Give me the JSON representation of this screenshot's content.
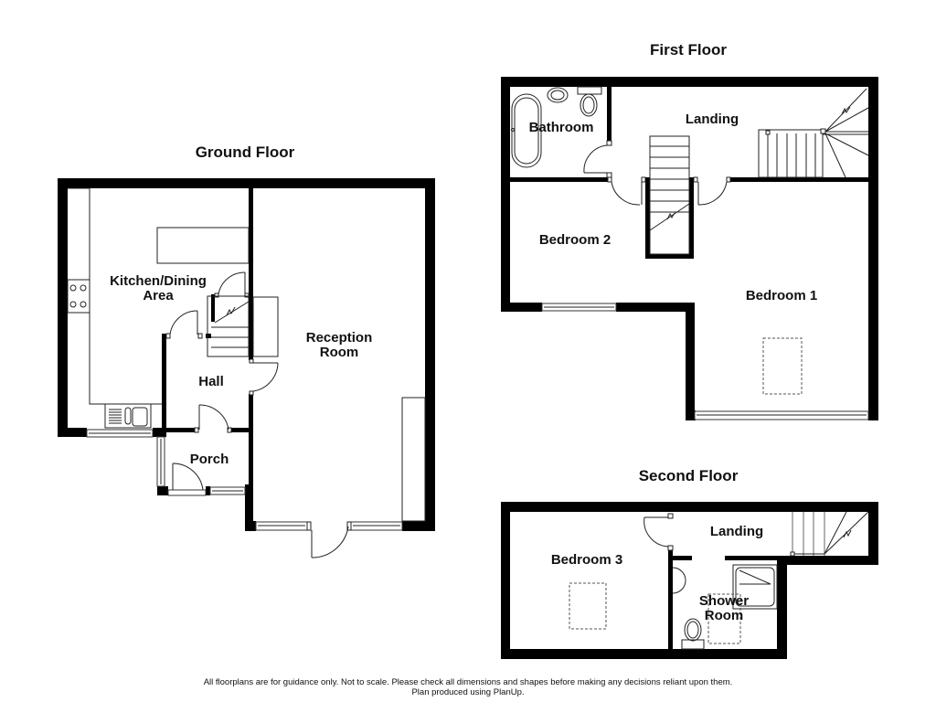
{
  "floors": {
    "ground": {
      "title": "Ground Floor",
      "rooms": {
        "kitchen_line1": "Kitchen/Dining",
        "kitchen_line2": "Area",
        "reception_line1": "Reception",
        "reception_line2": "Room",
        "hall": "Hall",
        "porch": "Porch"
      }
    },
    "first": {
      "title": "First Floor",
      "rooms": {
        "bathroom": "Bathroom",
        "landing": "Landing",
        "bedroom2": "Bedroom 2",
        "bedroom1": "Bedroom 1"
      }
    },
    "second": {
      "title": "Second Floor",
      "rooms": {
        "bedroom3": "Bedroom 3",
        "landing": "Landing",
        "shower_line1": "Shower",
        "shower_line2": "Room"
      }
    }
  },
  "footer": {
    "disclaimer": "All floorplans are for guidance only. Not to scale. Please check all dimensions and shapes before making any decisions reliant upon them.",
    "credit": "Plan produced using PlanUp."
  },
  "colors": {
    "wall": "#000000",
    "background": "#ffffff",
    "text": "#111111"
  }
}
